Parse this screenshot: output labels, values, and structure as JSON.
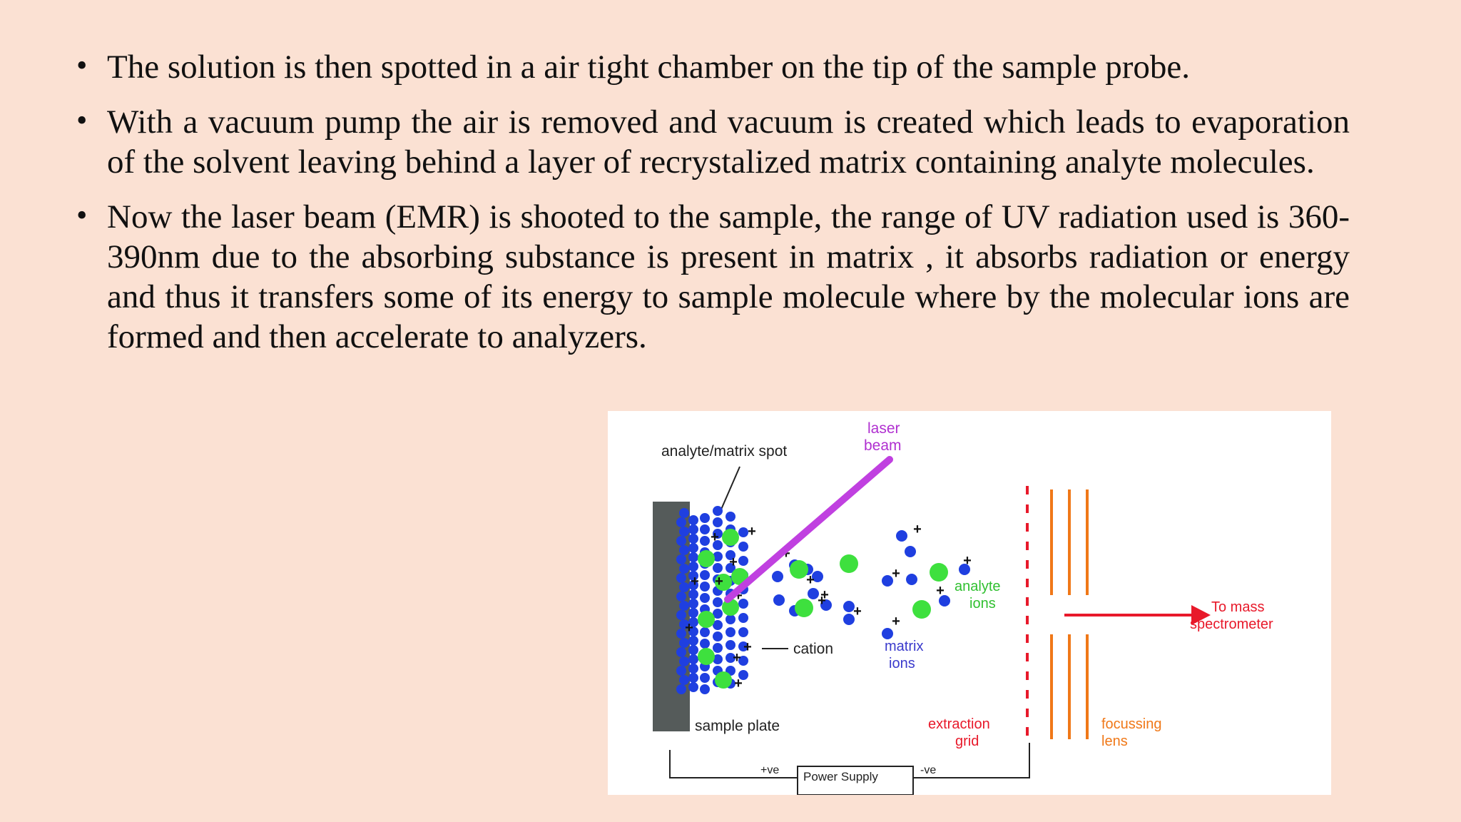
{
  "bullets": [
    {
      "text": "The solution is then spotted in a air tight chamber on the tip of the sample probe."
    },
    {
      "text": "With a vacuum pump the air is removed and vacuum is created which leads to evaporation of the solvent leaving behind a layer of recrystalized matrix containing analyte molecules."
    },
    {
      "text": "Now the laser beam (EMR) is shooted to the sample, the range of UV radiation used is 360-390nm due to the absorbing substance is present in matrix , it absorbs radiation or energy and thus it transfers some of its energy to sample molecule where by the molecular ions are formed and then accelerate to analyzers."
    }
  ],
  "bullet_glyph": "•",
  "figure": {
    "labels": {
      "laser_line1": "laser",
      "laser_line2": "beam",
      "spot": "analyte/matrix spot",
      "analyte_line1": "analyte",
      "analyte_line2": "ions",
      "matrix_line1": "matrix",
      "matrix_line2": "ions",
      "cation": "cation",
      "to_mass_line1": "To mass",
      "to_mass_line2": "spectrometer",
      "sample_plate": "sample plate",
      "extraction_line1": "extraction",
      "extraction_line2": "grid",
      "focusing_line1": "focussing",
      "focusing_line2": "lens",
      "plus_ve": "+ve",
      "minus_ve": "-ve",
      "power_supply": "Power Supply"
    },
    "colors": {
      "laser": "#c040e0",
      "matrix_ion": "#1f3fe0",
      "analyte_ion": "#3ee03e",
      "red": "#e8192a",
      "orange": "#f07818",
      "plate": "#555b5a",
      "magenta_text": "#b030d0",
      "blue_text": "#3a3acc"
    }
  }
}
